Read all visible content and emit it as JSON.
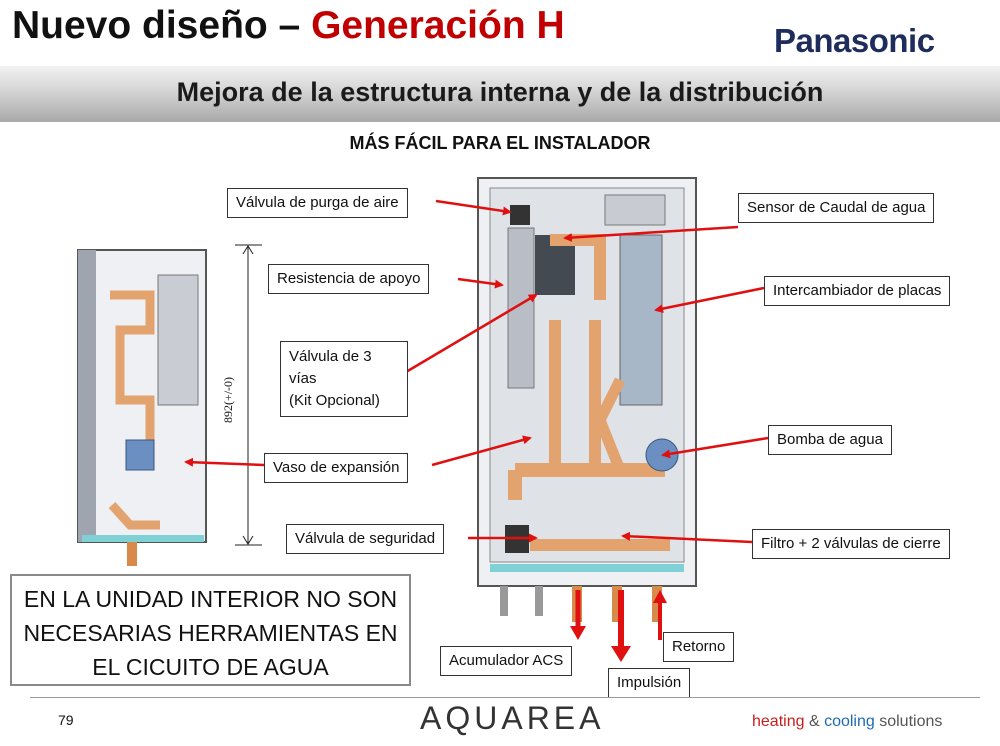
{
  "header": {
    "title_main": "Nuevo diseño – ",
    "title_accent": "Generación H",
    "brand": "Panasonic"
  },
  "banner": {
    "text": "Mejora de la estructura interna y de la distribución"
  },
  "subtitle": "MÁS FÁCIL PARA EL INSTALADOR",
  "dimension": "892(+/-0)",
  "labels": {
    "air_purge": "Válvula de purga de aire",
    "backup_heater": "Resistencia de apoyo",
    "three_way_1": "Válvula de 3 vías",
    "three_way_2": "(Kit Opcional)",
    "expansion": "Vaso de expansión",
    "safety": "Válvula de seguridad",
    "flow_sensor": "Sensor de Caudal de agua",
    "plate_hx": "Intercambiador de placas",
    "pump": "Bomba de agua",
    "filter": "Filtro + 2 válvulas de cierre",
    "dhw_tank": "Acumulador ACS",
    "return": "Retorno",
    "supply": "Impulsión"
  },
  "callout": {
    "line1": "EN LA UNIDAD INTERIOR NO SON",
    "line2": "NECESARIAS HERRAMIENTAS EN",
    "line3": "EL CICUITO DE AGUA"
  },
  "footer": {
    "page": "79",
    "product": "AQUAREA",
    "tag_heating": "heating",
    "tag_amp": " & ",
    "tag_cooling": "cooling",
    "tag_solutions": " solutions"
  },
  "colors": {
    "accent": "#c00000",
    "arrow": "#e01010",
    "pipe": "#e3a36f",
    "brand": "#1e2d5c"
  }
}
